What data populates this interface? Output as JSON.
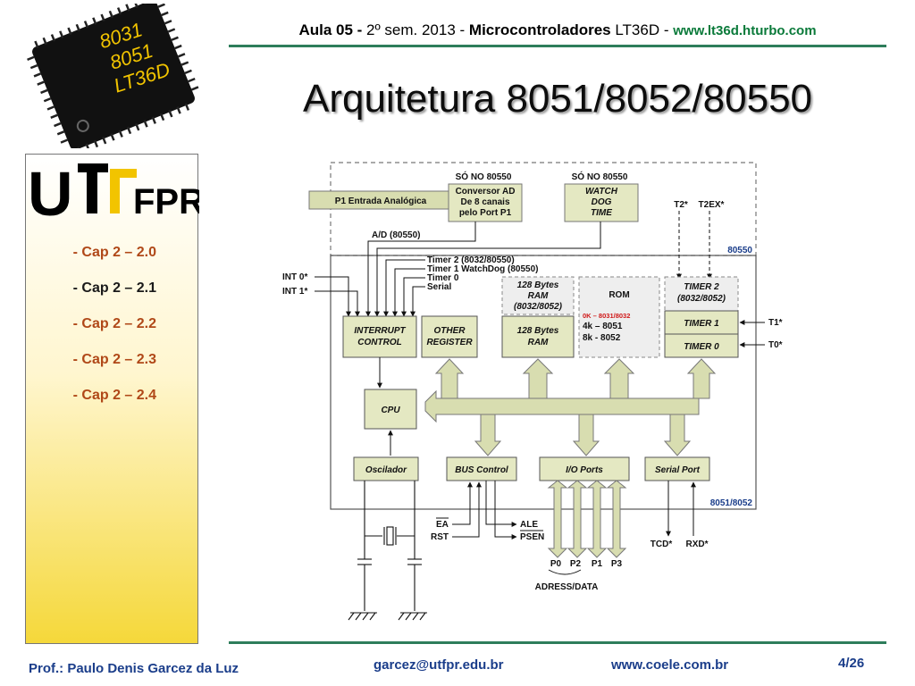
{
  "chip_logo": {
    "line1": "8031",
    "line2": "8051",
    "line3": "LT36D"
  },
  "header": {
    "aula": "Aula 05 -",
    "sem": "2º sem. 2013 -",
    "course": "Microcontroladores",
    "code": "LT36D -",
    "website": "www.lt36d.hturbo.com"
  },
  "title": "Arquitetura 8051/8052/80550",
  "logo": {
    "u": "U",
    "t": "T",
    "fpr": "FPR"
  },
  "nav": [
    {
      "label": "- Cap 2 – 2.0",
      "active": false
    },
    {
      "label": "- Cap 2 – 2.1",
      "active": true
    },
    {
      "label": "- Cap 2 – 2.2",
      "active": false
    },
    {
      "label": "- Cap 2 – 2.3",
      "active": false
    },
    {
      "label": "- Cap 2 – 2.4",
      "active": false
    }
  ],
  "diagram": {
    "so_80550_a": "SÓ NO 80550",
    "so_80550_b": "SÓ NO 80550",
    "p1_analog": "P1 Entrada Analógica",
    "adc_1": "Conversor AD",
    "adc_2": "De 8 canais",
    "adc_3": "pelo Port P1",
    "wdt_1": "WATCH",
    "wdt_2": "DOG",
    "wdt_3": "TIME",
    "t2": "T2*",
    "t2ex": "T2EX*",
    "label_80550": "80550",
    "ad_80550": "A/D (80550)",
    "src_timer2": "Timer 2 (8032/80550)",
    "src_timer1": "Timer 1 WatchDog (80550)",
    "src_timer0": "Timer 0",
    "src_serial": "Serial",
    "int0": "INT 0*",
    "int1": "INT 1*",
    "ram128_top_1": "128 Bytes",
    "ram128_top_2": "RAM",
    "ram128_top_3": "(8032/8052)",
    "rom": "ROM",
    "rom_0k": "0K – 8031/8032",
    "rom_4k": "4k – 8051",
    "rom_8k": "8k - 8052",
    "timer2_1": "TIMER 2",
    "timer2_2": "(8032/8052)",
    "int_ctrl_1": "INTERRUPT",
    "int_ctrl_2": "CONTROL",
    "other_1": "OTHER",
    "other_2": "REGISTER",
    "ram128_1": "128 Bytes",
    "ram128_2": "RAM",
    "timer1": "TIMER 1",
    "timer0": "TIMER 0",
    "t1": "T1*",
    "t0": "T0*",
    "cpu": "CPU",
    "osc": "Oscilador",
    "bus_ctrl": "BUS Control",
    "io_ports": "I/O Ports",
    "serial_port": "Serial Port",
    "label_8051": "8051/8052",
    "ea": "EA",
    "rst": "RST",
    "ale": "ALE",
    "psen": "PSEN",
    "tcd": "TCD*",
    "rxd": "RXD*",
    "p0": "P0",
    "p2": "P2",
    "p1": "P1",
    "p3": "P3",
    "adress_data": "ADRESS/DATA"
  },
  "footer": {
    "prof": "Prof.: Paulo Denis Garcez da Luz",
    "email": "garcez@utfpr.edu.br",
    "website": "www.coele.com.br",
    "page": "4/26"
  },
  "colors": {
    "accent_green": "#2e7d5b",
    "footer_blue": "#1a3d8a",
    "nav_orange": "#b04818",
    "block_fill": "#e4e8c2",
    "chip_text": "#f2c400"
  }
}
